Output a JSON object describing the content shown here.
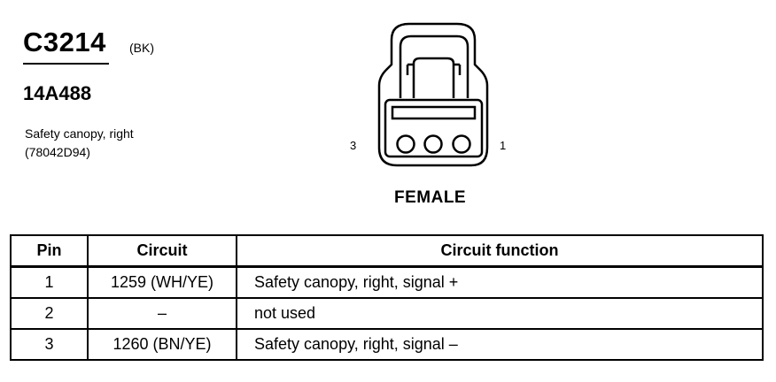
{
  "connector": {
    "id": "C3214",
    "color_code": "(BK)",
    "part_number": "14A488",
    "description_line1": "Safety canopy, right",
    "description_line2": "(78042D94)",
    "gender": "FEMALE",
    "pin_label_left": "3",
    "pin_label_right": "1"
  },
  "table": {
    "headers": [
      "Pin",
      "Circuit",
      "Circuit function"
    ],
    "rows": [
      {
        "pin": "1",
        "circuit": "1259 (WH/YE)",
        "function": "Safety canopy, right, signal +"
      },
      {
        "pin": "2",
        "circuit": "–",
        "function": "not used"
      },
      {
        "pin": "3",
        "circuit": "1260 (BN/YE)",
        "function": "Safety canopy, right, signal –"
      }
    ]
  }
}
